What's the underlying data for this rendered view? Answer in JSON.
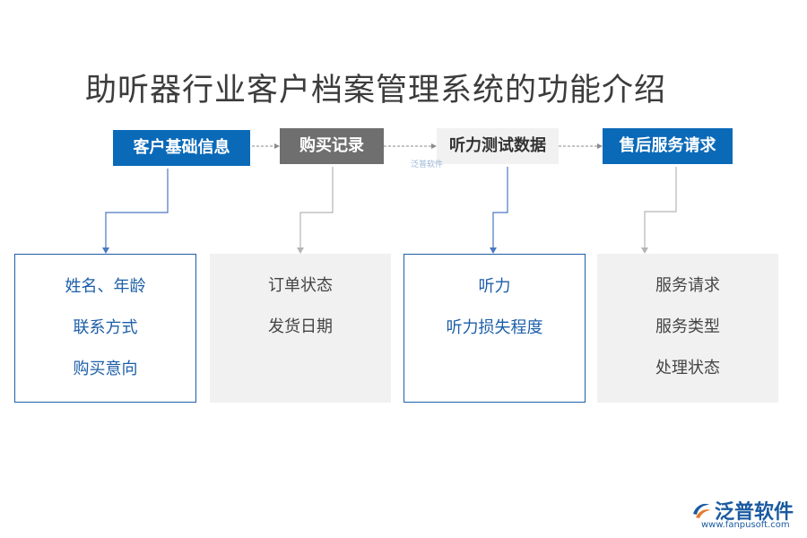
{
  "title": "助听器行业客户档案管理系统的功能介绍",
  "stages": [
    {
      "label": "客户基础信息",
      "items": [
        "姓名、年龄",
        "联系方式",
        "购买意向"
      ]
    },
    {
      "label": "购买记录",
      "items": [
        "订单状态",
        "发货日期"
      ]
    },
    {
      "label": "听力测试数据",
      "items": [
        "听力",
        "听力损失程度"
      ]
    },
    {
      "label": "售后服务请求",
      "items": [
        "服务请求",
        "服务类型",
        "处理状态"
      ]
    }
  ],
  "watermark": {
    "small": "泛普软件"
  },
  "brand": {
    "name": "泛普软件",
    "url": "www.fanpusoft.com"
  },
  "colors": {
    "blue": "#0b6ab8",
    "gray": "#6f6f6f",
    "light": "#f1f1f1",
    "outline": "#1d5fa8"
  }
}
